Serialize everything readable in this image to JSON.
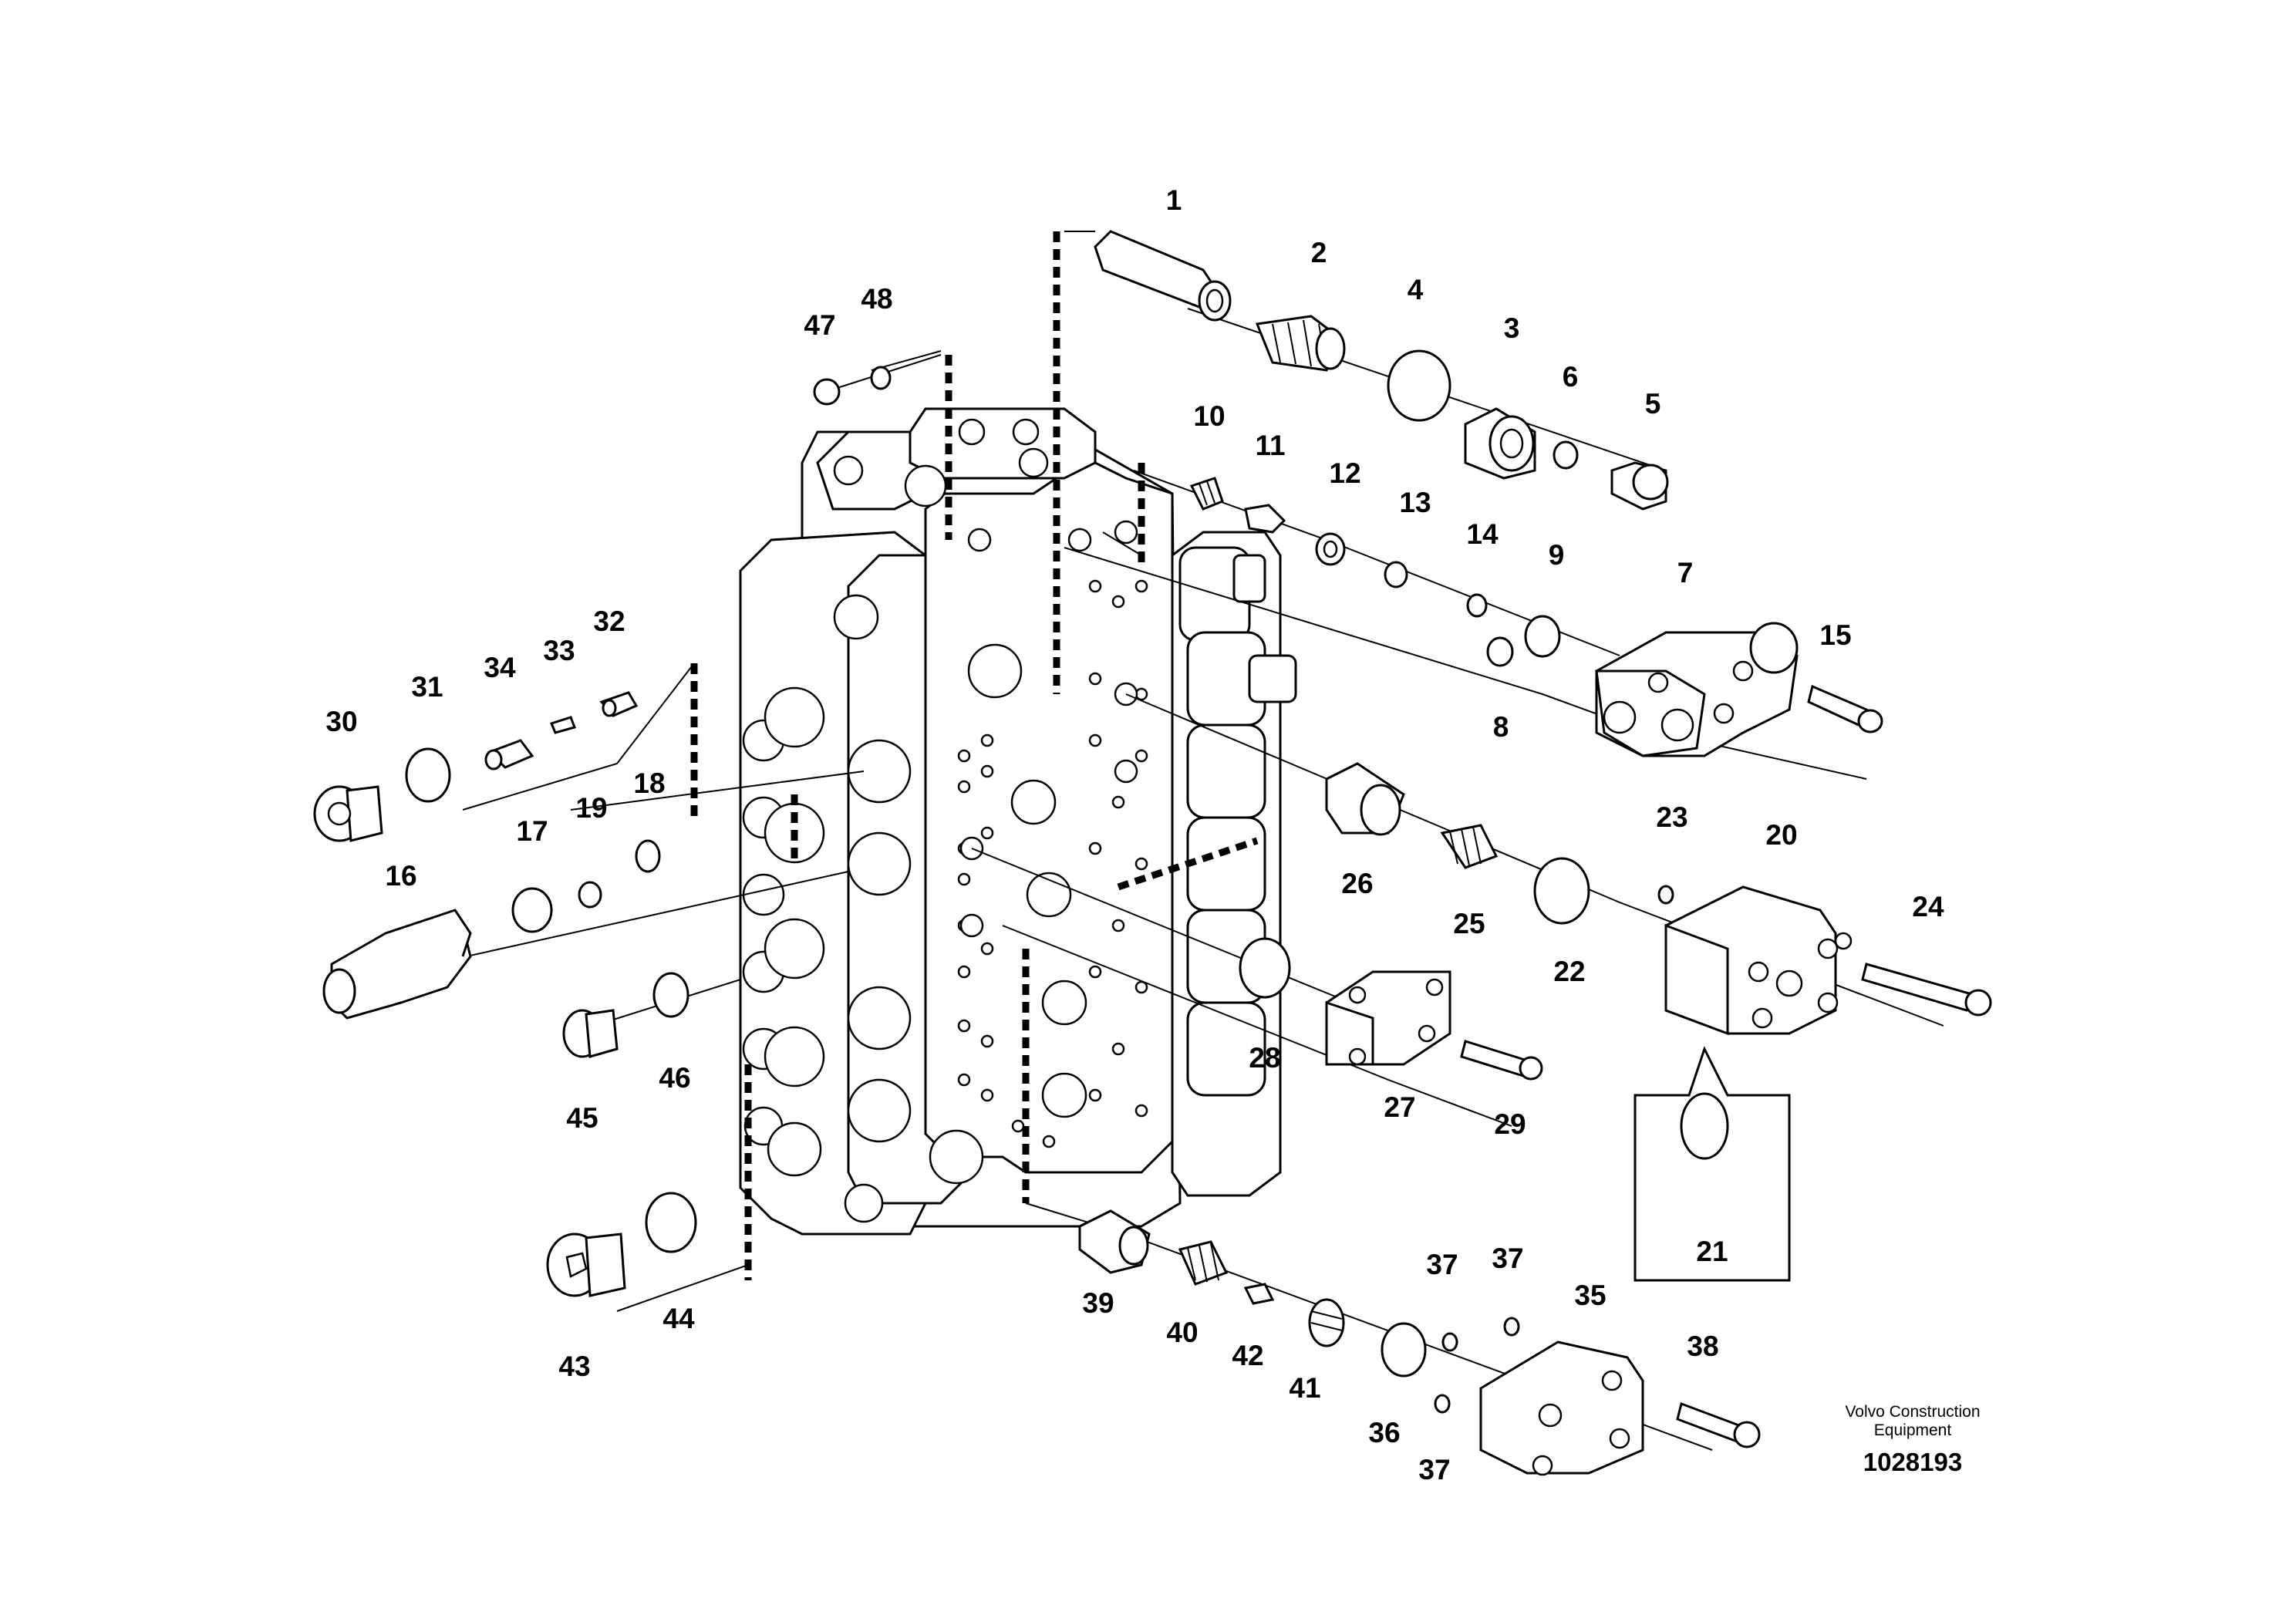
{
  "diagram": {
    "callouts": [
      "1",
      "2",
      "3",
      "4",
      "5",
      "6",
      "7",
      "8",
      "9",
      "10",
      "11",
      "12",
      "13",
      "14",
      "15",
      "16",
      "17",
      "18",
      "19",
      "20",
      "21",
      "22",
      "23",
      "24",
      "25",
      "26",
      "27",
      "28",
      "29",
      "30",
      "31",
      "32",
      "33",
      "34",
      "35",
      "36",
      "37",
      "38",
      "39",
      "40",
      "41",
      "42",
      "43",
      "44",
      "45",
      "46",
      "47",
      "48"
    ],
    "callout_37_extra": [
      "37",
      "37"
    ]
  },
  "footer": {
    "brand_line1": "Volvo Construction",
    "brand_line2": "Equipment",
    "doc_number": "1028193"
  }
}
